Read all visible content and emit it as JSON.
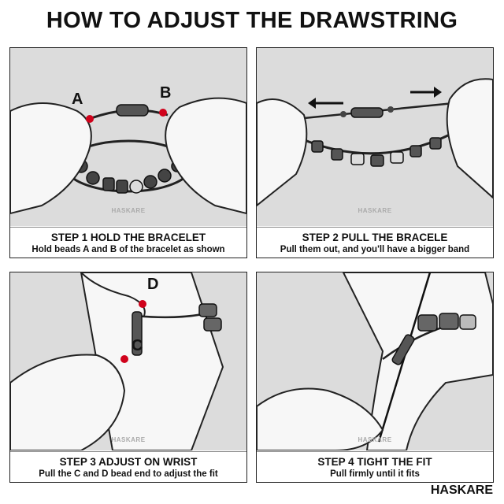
{
  "title": "HOW TO ADJUST THE DRAWSTRING",
  "brand": "HASKARE",
  "steps": [
    {
      "title": "STEP 1 HOLD THE BRACELET",
      "desc": "Hold beads A and B of the bracelet as shown",
      "labels": [
        "A",
        "B"
      ],
      "watermark": "HASKARE"
    },
    {
      "title": "STEP 2 PULL THE BRACELE",
      "desc": "Pull them out, and you'll have a bigger band",
      "watermark": "HASKARE"
    },
    {
      "title": "STEP 3 ADJUST ON WRIST",
      "desc": "Pull the C and D bead end to adjust the fit",
      "labels": [
        "D",
        "C"
      ],
      "watermark": "HASKARE"
    },
    {
      "title": "STEP 4 TIGHT THE FIT",
      "desc": "Pull firmly until it fits",
      "watermark": "HASKARE"
    }
  ],
  "colors": {
    "bead_marker": "#d0021b",
    "ink": "#111111",
    "background": "#dcdcdc"
  }
}
